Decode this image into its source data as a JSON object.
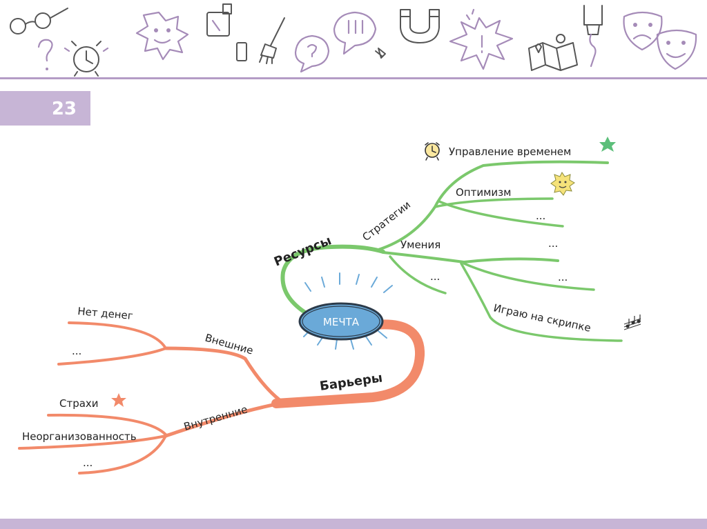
{
  "slide_number": "23",
  "center": {
    "label": "МЕЧТА"
  },
  "resources": {
    "label": "Ресурсы",
    "strategies": {
      "label": "Стратегии",
      "items": [
        "Управление временем",
        "Оптимизм",
        "..."
      ]
    },
    "skills": {
      "label": "Умения",
      "items": [
        "...",
        "...",
        "Играю на скрипке"
      ]
    },
    "more": "..."
  },
  "barriers": {
    "label": "Барьеры",
    "external": {
      "label": "Внешние",
      "items": [
        "Нет денег",
        "..."
      ]
    },
    "internal": {
      "label": "Внутренние",
      "items": [
        "Страхи",
        "Неорганизованность",
        "..."
      ]
    }
  },
  "colors": {
    "green_branch": "#7bc86c",
    "orange_branch": "#f28a6a",
    "accent_purple": "#b49cc6",
    "center_fill": "#6aa9d8"
  },
  "icons": [
    "glasses-icon",
    "question-icon",
    "alarm-clock-icon",
    "sun-face-icon",
    "bottle-icon",
    "brush-icon",
    "exclamation-bubble-icon",
    "magnet-icon",
    "pin-icon",
    "star-burst-icon",
    "map-icon",
    "test-tube-icon",
    "theatre-masks-icon"
  ]
}
